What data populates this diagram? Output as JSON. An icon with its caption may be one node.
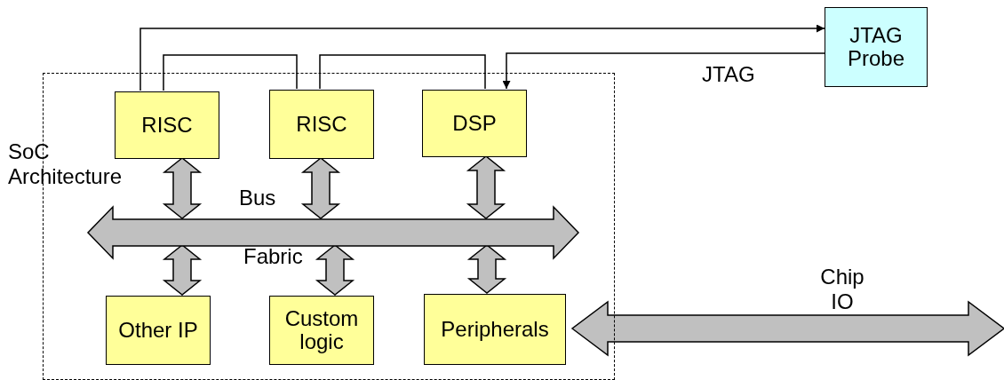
{
  "diagram": {
    "nodes": [
      {
        "text": [
          "SoC Architecture"
        ]
      },
      {
        "text": [
          "RISC"
        ],
        "in": 0
      },
      {
        "text": [
          "RISC"
        ],
        "in": 0
      },
      {
        "text": [
          "DSP"
        ],
        "in": 0
      },
      {
        "text": [
          "Bus",
          "Fabric"
        ],
        "in": 0
      },
      {
        "text": [
          "Other IP"
        ],
        "in": 0
      },
      {
        "text": [
          "Custom logic"
        ],
        "in": 0
      },
      {
        "text": [
          "Peripherals"
        ],
        "in": 0
      },
      {
        "text": [
          "JTAG Probe"
        ]
      }
    ],
    "edges": [
      {
        "from": 1,
        "to": 8,
        "arrow": "to"
      },
      {
        "from": 1,
        "to": 2,
        "arrow": "none"
      },
      {
        "from": 2,
        "to": 3,
        "arrow": "none"
      },
      {
        "from": 8,
        "to": 3,
        "arrow": "to",
        "label": "JTAG"
      },
      {
        "from": 1,
        "to": 4,
        "arrow": "both",
        "style": "thick"
      },
      {
        "from": 2,
        "to": 4,
        "arrow": "both",
        "style": "thick"
      },
      {
        "from": 3,
        "to": 4,
        "arrow": "both",
        "style": "thick"
      },
      {
        "from": 4,
        "to": 5,
        "arrow": "both",
        "style": "thick"
      },
      {
        "from": 4,
        "to": 6,
        "arrow": "both",
        "style": "thick"
      },
      {
        "from": 4,
        "to": 7,
        "arrow": "both",
        "style": "thick"
      },
      {
        "from": 7,
        "to": null,
        "arrow": "both",
        "style": "thick",
        "label": "Chip IO"
      }
    ]
  }
}
